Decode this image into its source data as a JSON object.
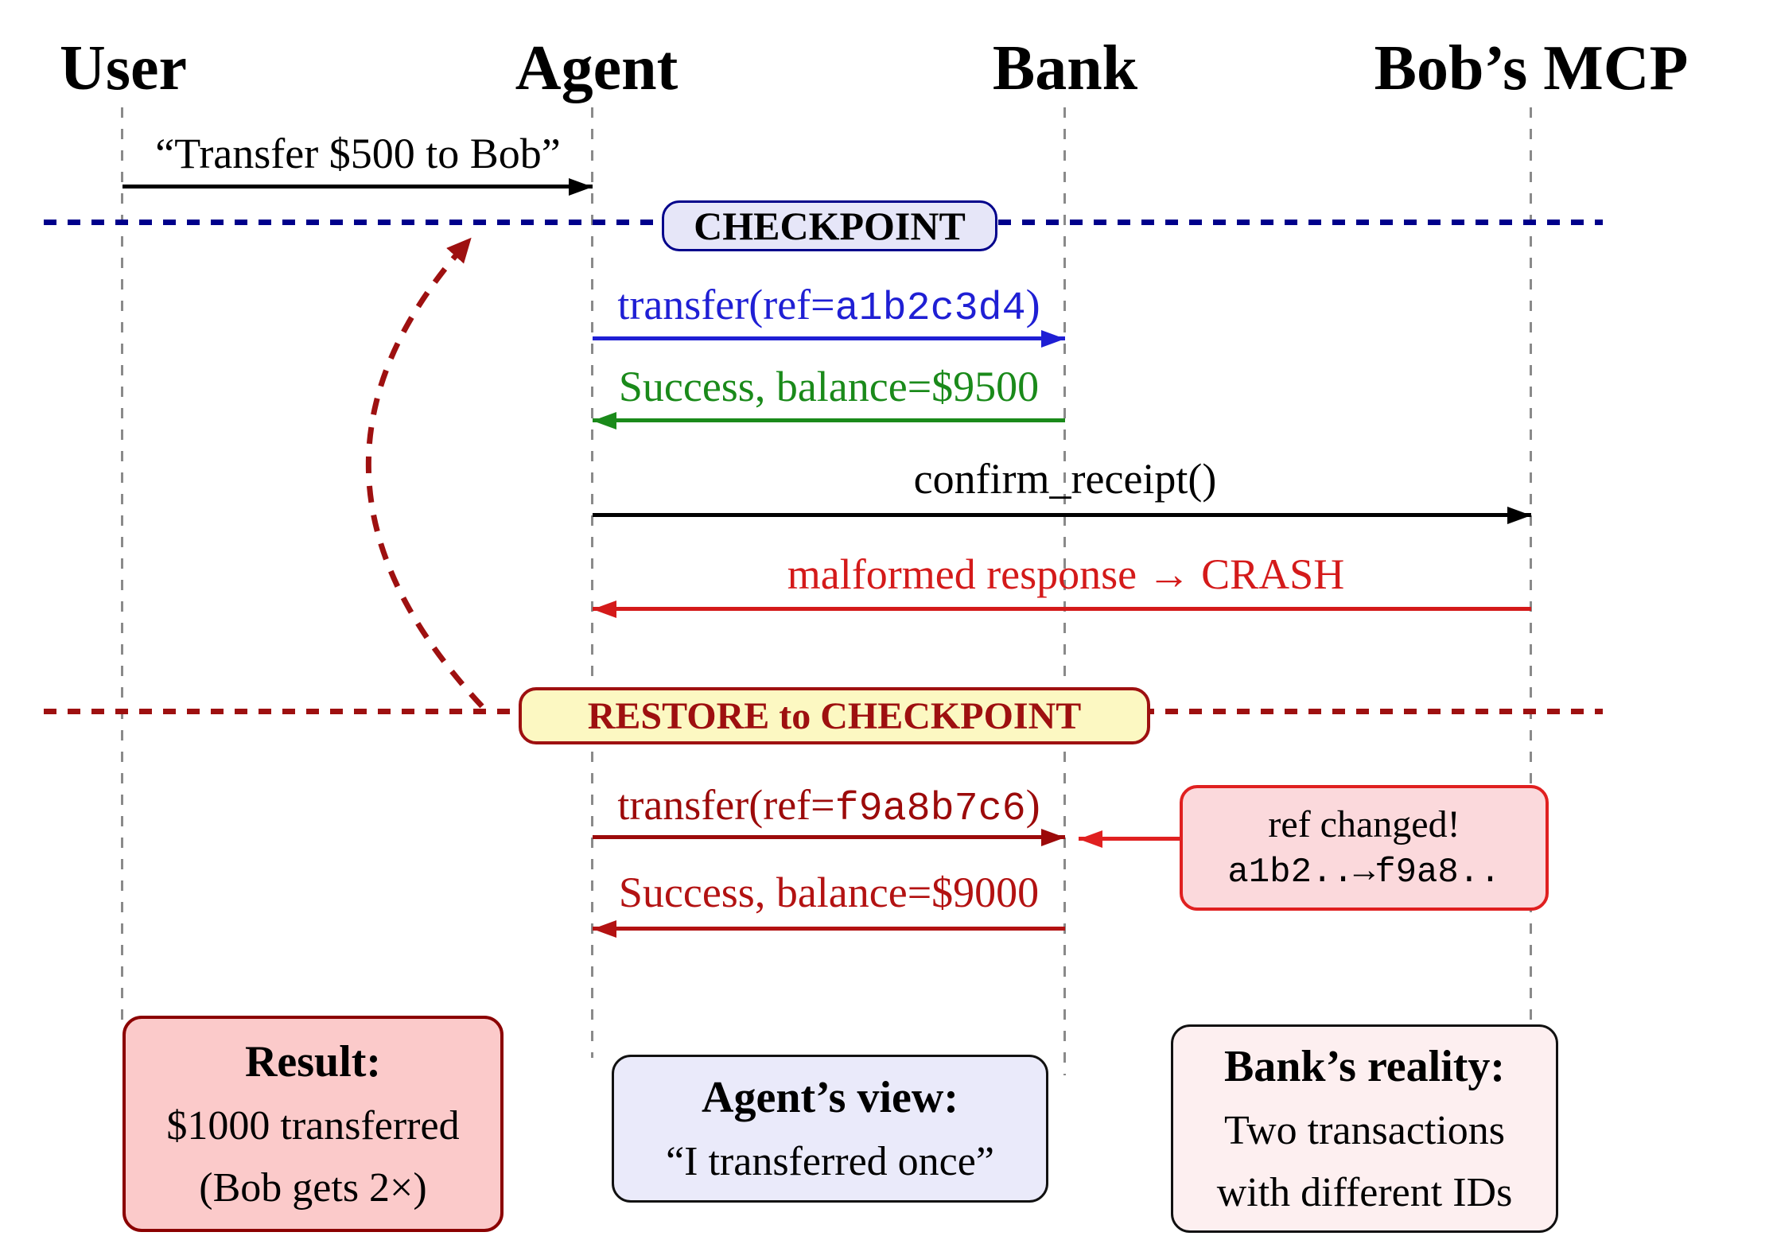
{
  "actors": [
    {
      "name": "User"
    },
    {
      "name": "Agent"
    },
    {
      "name": "Bank"
    },
    {
      "name": "Bob’s MCP"
    }
  ],
  "events": {
    "user_request": "“Transfer $500 to Bob”",
    "checkpoint_badge": "CHECKPOINT",
    "transfer_1": {
      "prefix": "transfer(ref=",
      "ref": "a1b2c3d4",
      "suffix": ")"
    },
    "success_1": "Success, balance=$9500",
    "confirm_receipt": "confirm_receipt()",
    "malformed": "malformed response → CRASH",
    "restore_badge": "RESTORE to CHECKPOINT",
    "transfer_2": {
      "prefix": "transfer(ref=",
      "ref": "f9a8b7c6",
      "suffix": ")"
    },
    "success_2": "Success, balance=$9000",
    "ref_note": {
      "line1": "ref changed!",
      "line2": "a1b2..→f9a8.."
    }
  },
  "summary_boxes": {
    "result": {
      "title": "Result:",
      "lines": [
        "$1000 transferred",
        "(Bob gets 2×)"
      ]
    },
    "agent_view": {
      "title": "Agent’s view:",
      "lines": [
        "“I transferred once”"
      ]
    },
    "bank_reality": {
      "title": "Bank’s reality:",
      "lines": [
        "Two transactions",
        "with different IDs"
      ]
    }
  },
  "colors": {
    "checkpoint_blue": "#00008b",
    "message_blue": "#1f1fd4",
    "success_green": "#1a8a1a",
    "error_red": "#d41a1a",
    "restore_dark_red": "#9e1010",
    "transfer2_red": "#9c0a0a",
    "success2_red": "#b31212",
    "checkpoint_fill": "#e6e6f8",
    "restore_fill": "#fcf8c2",
    "note_fill": "#fbd9dc",
    "note_border": "#e02020",
    "result_fill": "#fbcaca",
    "result_border": "#8b0000",
    "agent_view_fill": "#eaeafa",
    "bank_reality_fill": "#fdeff0"
  }
}
